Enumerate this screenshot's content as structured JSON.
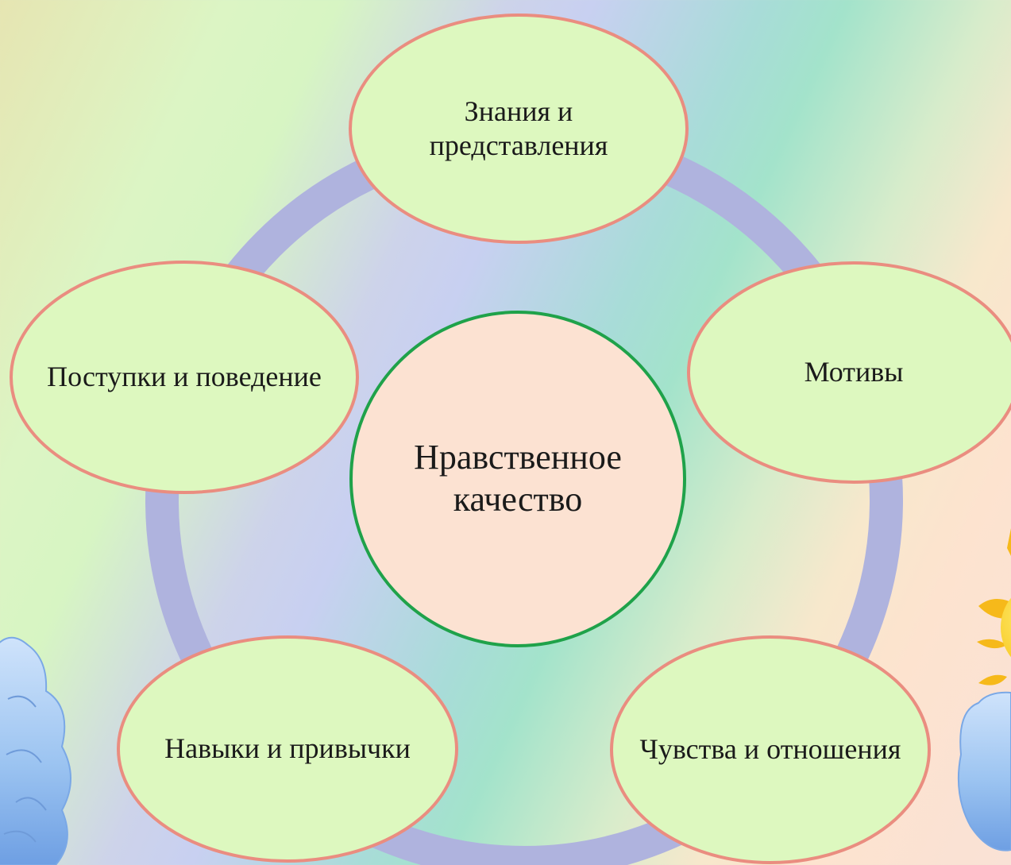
{
  "colors": {
    "ring": "#AFB3DE",
    "node_fill": "#DDF8BF",
    "node_border": "#EA8D80",
    "center_fill": "#FCE2D2",
    "center_border": "#1FA24A"
  },
  "center": {
    "line1": "Нравственное",
    "line2": "качество"
  },
  "nodes": {
    "top": {
      "line1": "Знания и",
      "line2": "представления"
    },
    "right": {
      "label": "Мотивы"
    },
    "bottom_right": {
      "label": "Чувства и отношения"
    },
    "bottom_left": {
      "label": "Навыки и привычки"
    },
    "left": {
      "label": "Поступки и поведение"
    }
  },
  "decorations": [
    "cloud-icon",
    "sun-icon"
  ]
}
